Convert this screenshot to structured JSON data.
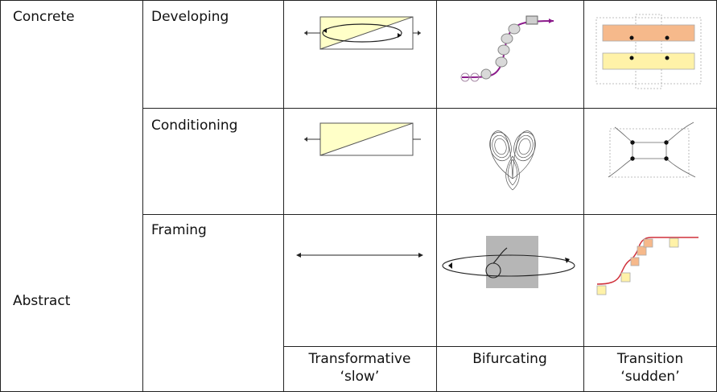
{
  "row_headers": {
    "concrete": "Concrete",
    "abstract": "Abstract",
    "developing": "Developing",
    "conditioning": "Conditioning",
    "framing": "Framing"
  },
  "column_headers": {
    "transformative": "Transformative\n‘slow’",
    "bifurcating": "Bifurcating",
    "transition": "Transition\n‘sudden’"
  },
  "icons": {
    "developing_transformative": "rectangle-triangle-loop-diagram",
    "developing_bifurcating": "s-curve-with-circles-diagram",
    "developing_transition": "two-colored-bars-with-dots-diagram",
    "conditioning_transformative": "rectangle-triangle-diagram",
    "conditioning_bifurcating": "lorenz-attractor-diagram",
    "conditioning_transition": "network-rectangle-diagram",
    "framing_transformative": "double-arrow-line-diagram",
    "framing_bifurcating": "orbit-with-grey-square-diagram",
    "framing_transition": "stepped-curve-with-boxes-diagram"
  },
  "colors": {
    "grid": "#222222",
    "yellow_fill": "#ffffc8",
    "orange_fill": "#f6b98b",
    "yellow_bar": "#fff2a8",
    "grey_fill": "#b6b6b6",
    "magenta": "#8b1a8b",
    "red": "#d0303a"
  }
}
